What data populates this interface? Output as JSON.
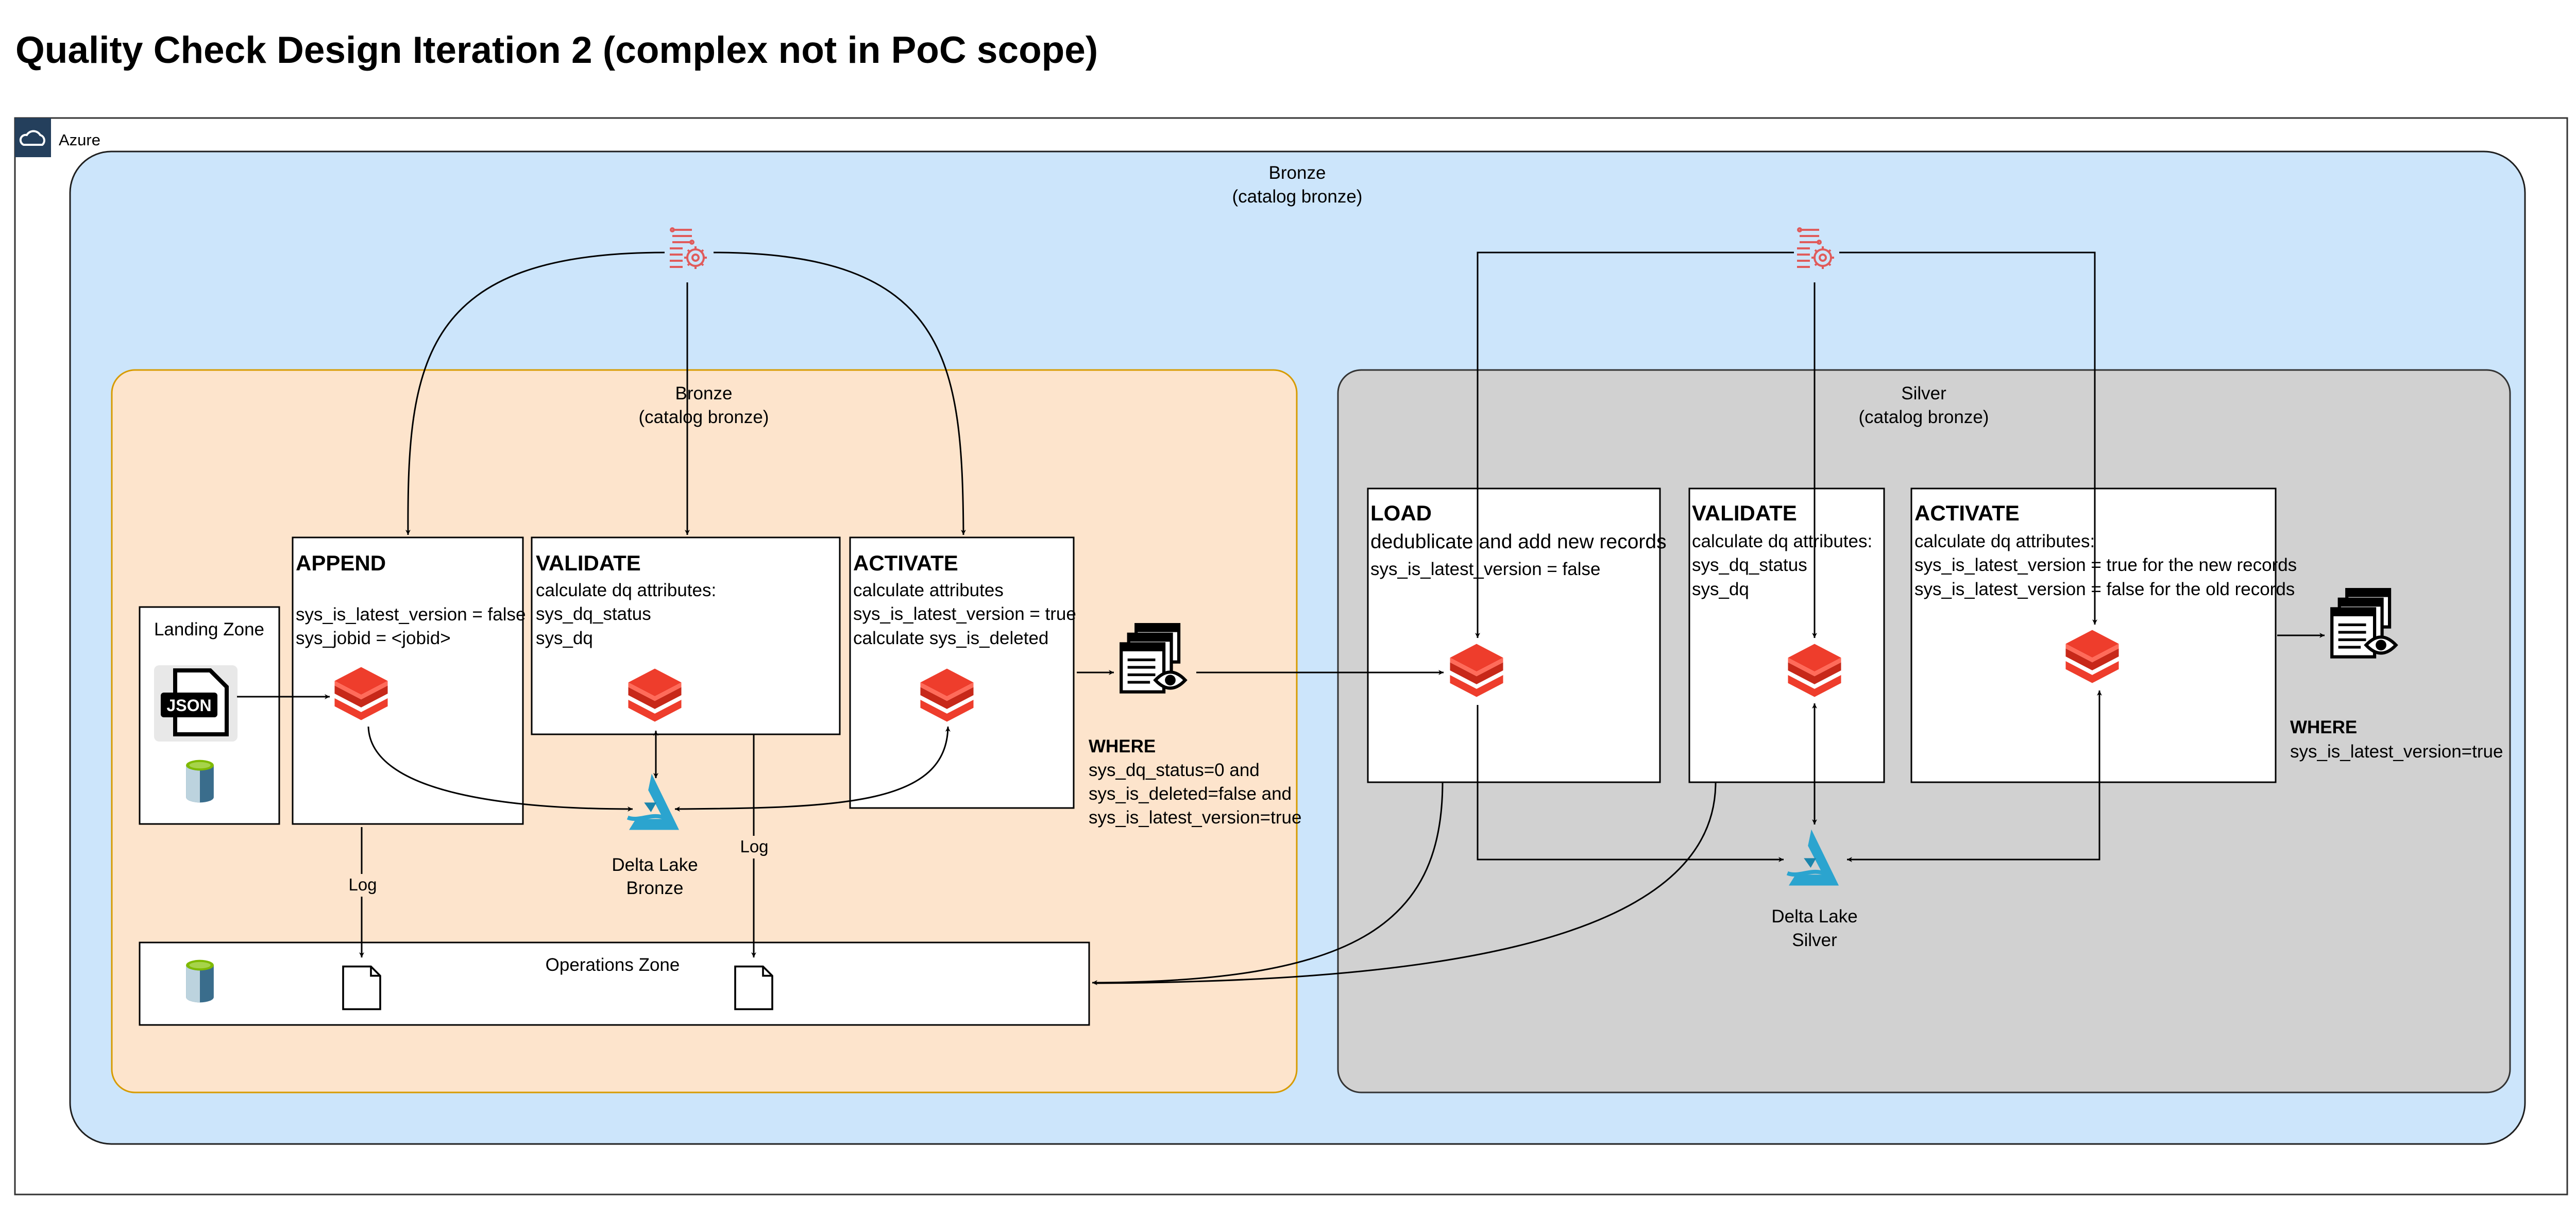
{
  "title": "Quality Check Design Iteration 2 (complex not  in PoC scope)",
  "azure": {
    "label": "Azure"
  },
  "bronze_outer": {
    "title": "Bronze",
    "subtitle": "(catalog bronze)"
  },
  "bronze_inner": {
    "title": "Bronze",
    "subtitle": "(catalog bronze)"
  },
  "silver": {
    "title": "Silver",
    "subtitle": "(catalog bronze)"
  },
  "landing_zone": {
    "label": "Landing Zone",
    "json_badge": "JSON"
  },
  "append": {
    "title": "APPEND",
    "lines": [
      "sys_is_latest_version = false",
      "sys_jobid = <jobid>"
    ]
  },
  "validate_bronze": {
    "title": "VALIDATE",
    "lines": [
      "calculate dq attributes:",
      "sys_dq_status",
      "sys_dq"
    ]
  },
  "activate_bronze": {
    "title": "ACTIVATE",
    "lines": [
      "calculate attributes",
      "sys_is_latest_version = true",
      "calculate sys_is_deleted"
    ]
  },
  "where_bronze": {
    "title": "WHERE",
    "lines": [
      "sys_dq_status=0 and",
      "sys_is_deleted=false and",
      "sys_is_latest_version=true"
    ]
  },
  "delta_bronze": {
    "line1": "Delta Lake",
    "line2": "Bronze"
  },
  "log_labels": [
    "Log",
    "Log"
  ],
  "operations_zone": {
    "label": "Operations Zone"
  },
  "load_silver": {
    "title": "LOAD",
    "lines": [
      "dedublicate and add new records",
      "sys_is_latest_version = false"
    ]
  },
  "validate_silver": {
    "title": "VALIDATE",
    "lines": [
      "calculate dq attributes:",
      "sys_dq_status",
      "sys_dq"
    ]
  },
  "activate_silver": {
    "title": "ACTIVATE",
    "lines": [
      "calculate dq attributes:",
      "sys_is_latest_version = true for the new records",
      "sys_is_latest_version = false for the old records"
    ]
  },
  "where_silver": {
    "title": "WHERE",
    "lines": [
      "sys_is_latest_version=true"
    ]
  },
  "delta_silver": {
    "line1": "Delta Lake",
    "line2": "Silver"
  },
  "colors": {
    "azure_bg": "#cce5fb",
    "bronze_bg": "#fde4cc",
    "bronze_border": "#d79b00",
    "silver_bg": "#d1d1d1",
    "databricks_red": "#ee3d2c",
    "delta_blue": "#2ba4cf",
    "workflow_icon": "#e05b5b",
    "azure_icon_bg": "#243f5c"
  }
}
